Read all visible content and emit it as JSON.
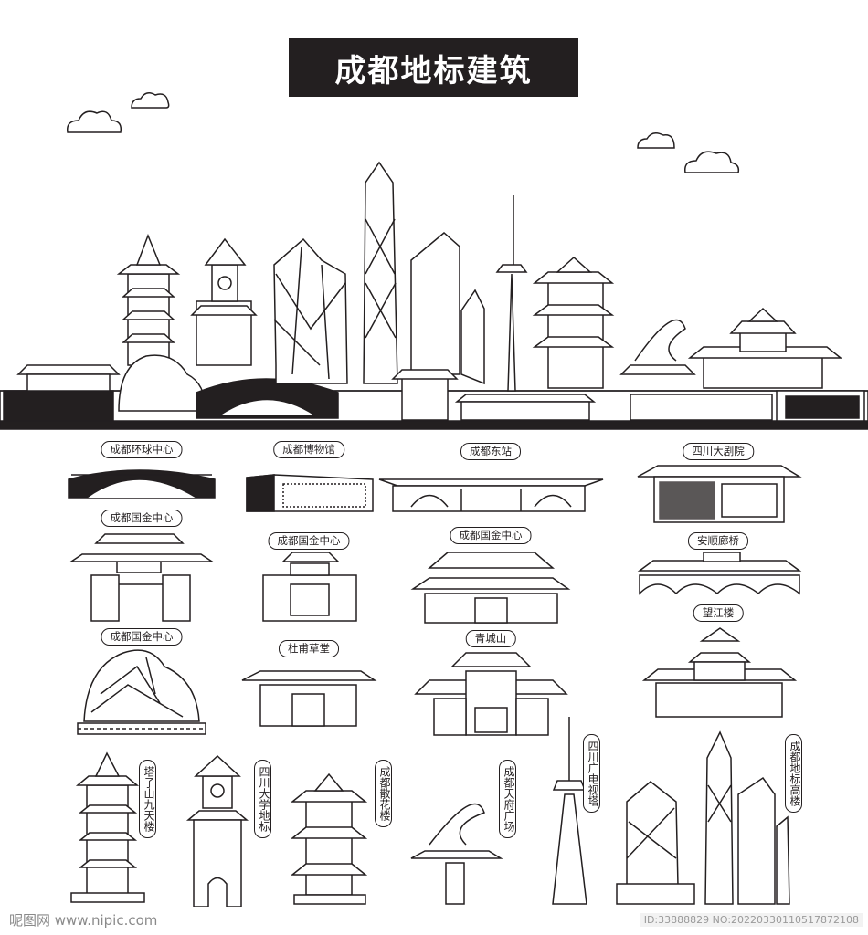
{
  "title": "成都地标建筑",
  "colors": {
    "ink": "#231f20",
    "background": "#ffffff"
  },
  "labels": {
    "huanqiu": "成都环球中心",
    "museum": "成都博物馆",
    "east_station": "成都东站",
    "grand_theatre": "四川大剧院",
    "guojin_1": "成都国金中心",
    "guojin_2": "成都国金中心",
    "guojin_3": "成都国金中心",
    "anshun_bridge": "安顺廊桥",
    "guojin_4": "成都国金中心",
    "dufu": "杜甫草堂",
    "qingcheng": "青城山",
    "wangjiang": "望江楼",
    "tazishan": "塔子山九天楼",
    "sichuan_univ": "四川大学地标",
    "sanhua": "成都散花楼",
    "tianfu_square": "成都天府广场",
    "tv_tower": "四川广电视塔",
    "high_rise": "成都地标高楼"
  },
  "watermark": {
    "logo": "昵图网 www.nipic.com",
    "id": "ID:33888829 NO:20220330110517872108"
  }
}
